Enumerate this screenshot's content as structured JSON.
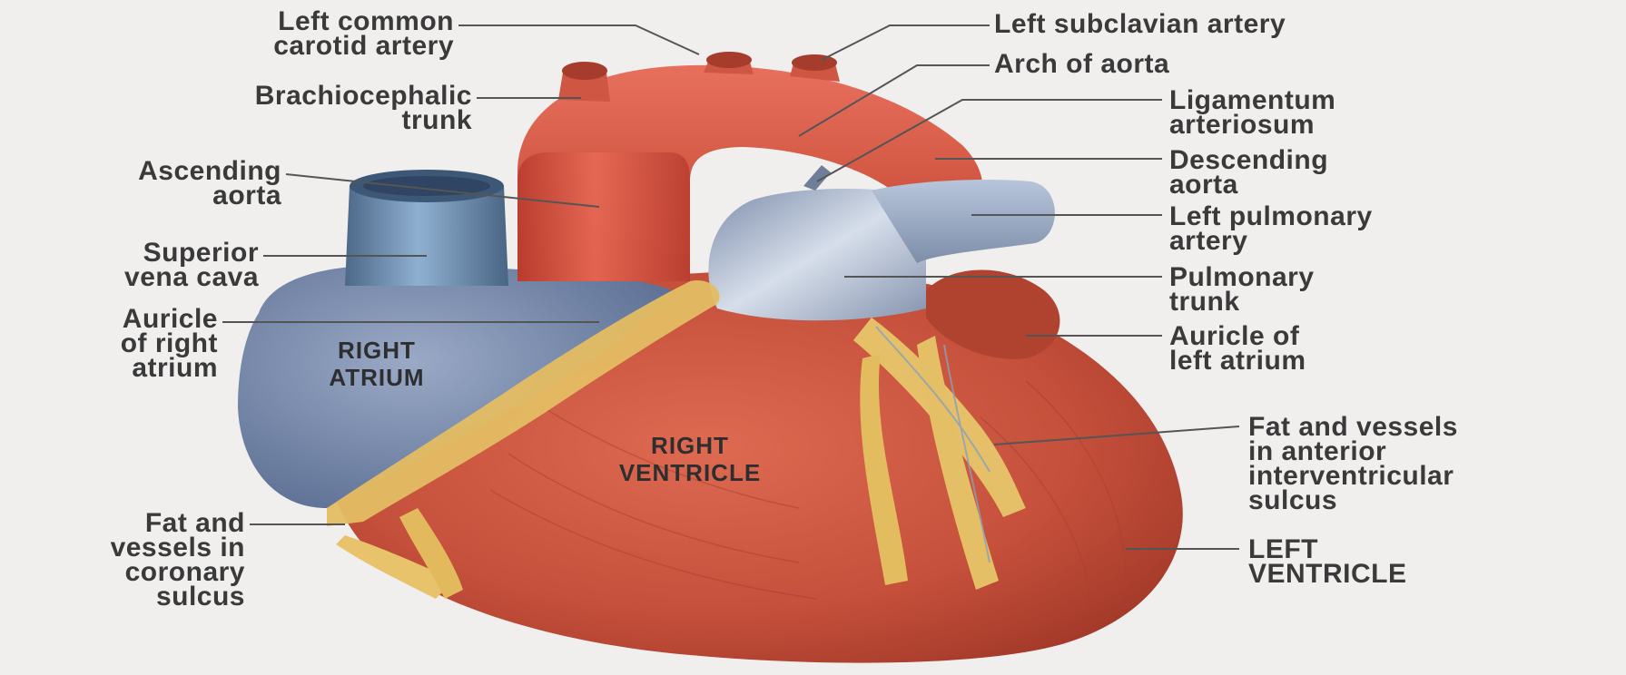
{
  "labels": {
    "left_common_carotid": "Left common\ncarotid artery",
    "brachiocephalic": "Brachiocephalic\ntrunk",
    "ascending_aorta": "Ascending\naorta",
    "superior_vena_cava": "Superior\nvena cava",
    "auricle_right_atrium": "Auricle\nof right\natrium",
    "fat_coronary": "Fat and\nvessels in\ncoronary\nsulcus",
    "left_subclavian": "Left subclavian artery",
    "arch_of_aorta": "Arch of aorta",
    "ligamentum": "Ligamentum\narteriosum",
    "descending_aorta": "Descending\naorta",
    "left_pulmonary": "Left pulmonary\nartery",
    "pulmonary_trunk": "Pulmonary\ntrunk",
    "auricle_left_atrium": "Auricle of\nleft atrium",
    "fat_interventricular": "Fat and vessels\nin anterior\ninterventricular\nsulcus",
    "left_ventricle": "LEFT\nVENTRICLE"
  },
  "regions": {
    "right_atrium_1": "RIGHT",
    "right_atrium_2": "ATRIUM",
    "right_ventricle_1": "RIGHT",
    "right_ventricle_2": "VENTRICLE"
  },
  "colors": {
    "background": "#f1efee",
    "muscle": "#c6513c",
    "aorta": "#d8513f",
    "vein_blue": "#6f87a6",
    "pulmonary_trunk": "#a9b6cb",
    "fat": "#e7c36a",
    "leader": "#555555"
  }
}
